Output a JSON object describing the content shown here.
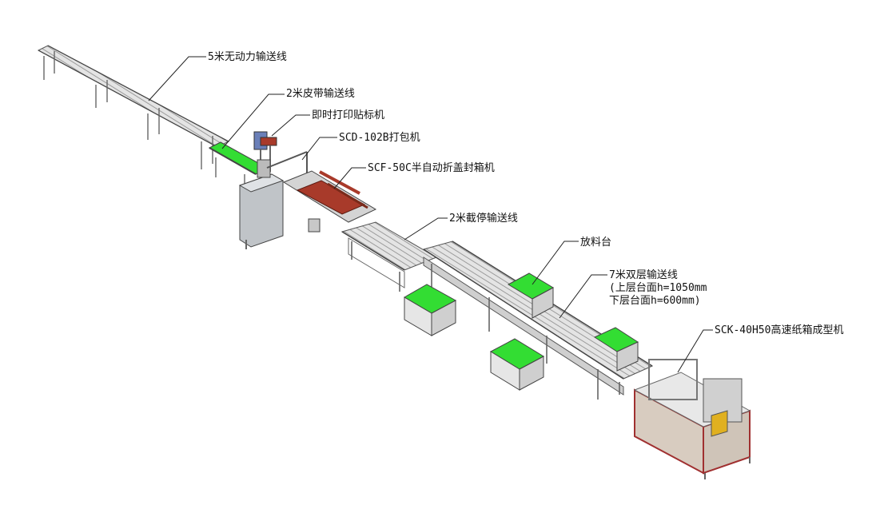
{
  "labels": {
    "roller_5m": "5米无动力输送线",
    "belt_2m": "2米皮带输送线",
    "labeler": "即时打印贴标机",
    "strapper": "SCD-102B打包机",
    "sealer": "SCF-50C半自动折盖封箱机",
    "stop_2m": "2米截停输送线",
    "table": "放料台",
    "double_7m_line1": "7米双层输送线",
    "double_7m_line2": "(上层台面h=1050mm",
    "double_7m_line3": "下层台面h=600mm)",
    "erector": "SCK-40H50高速纸箱成型机"
  },
  "colors": {
    "green": "#33dd33",
    "frame": "#555555",
    "roller": "#9a9a9a",
    "machine": "#c0c4c8",
    "red_frame": "#a03030",
    "panel": "#d8ccc0"
  }
}
